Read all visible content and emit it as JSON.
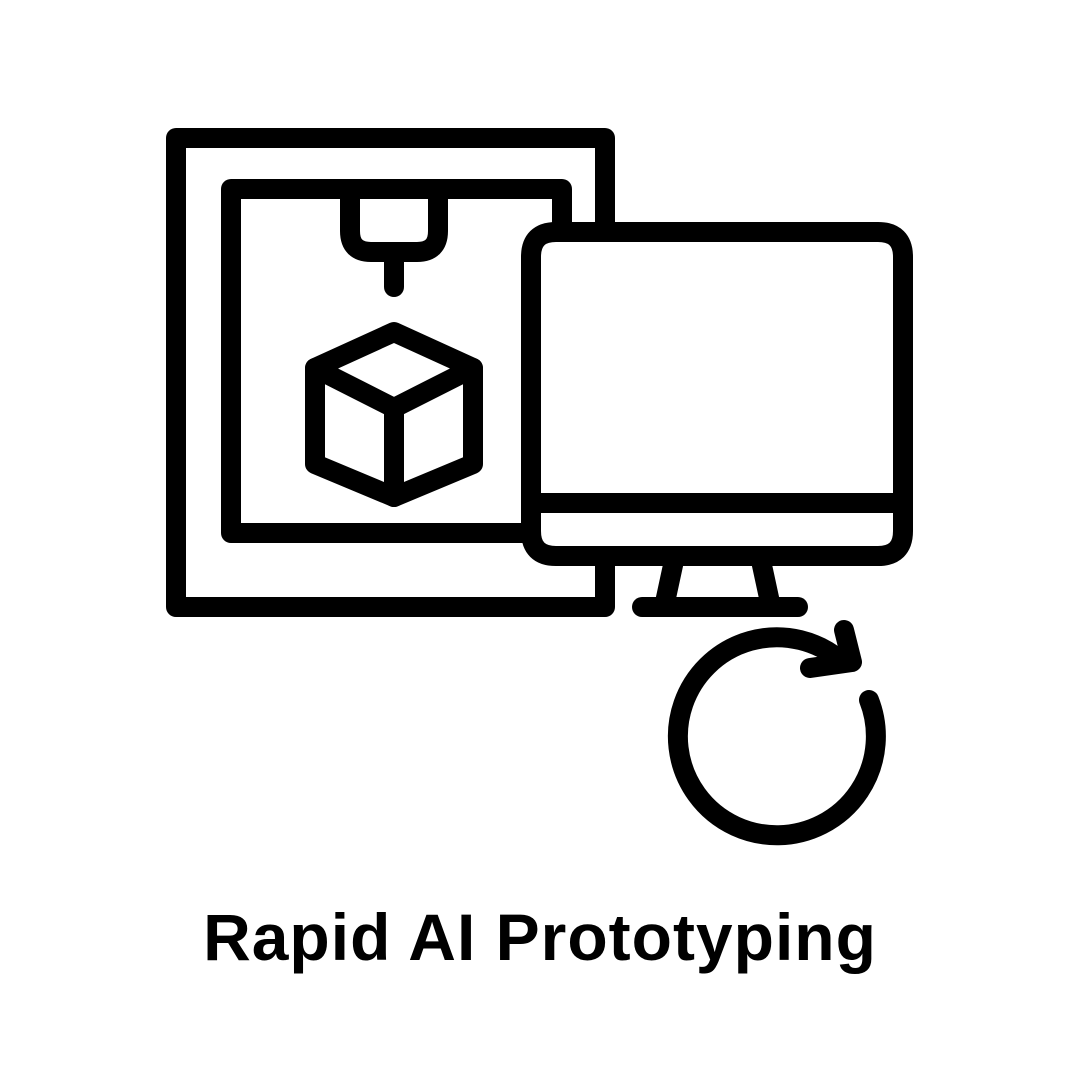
{
  "icon": {
    "name": "rapid-ai-prototyping-icon",
    "parts": [
      "3d-printer",
      "printer-nozzle",
      "cube",
      "computer-monitor",
      "refresh-arrow"
    ],
    "stroke_color": "#000000",
    "background_color": "#ffffff"
  },
  "caption": {
    "title": "Rapid AI Prototyping"
  }
}
